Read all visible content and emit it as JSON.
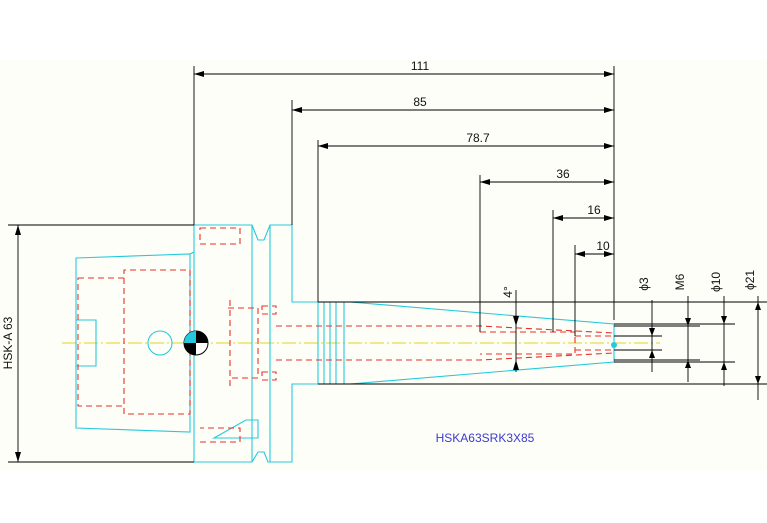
{
  "dimensions": {
    "overall_length": "111",
    "gauge_length": "85",
    "taper_length": "78.7",
    "bore_depth": "36",
    "thread_depth": "16",
    "pilot_depth": "10",
    "taper_angle": "4°",
    "dia_pilot": "ϕ3",
    "thread": "M6",
    "dia_bore": "ϕ10",
    "dia_nose": "ϕ21",
    "shank": "HSK-A 63"
  },
  "part_number": "HSKA63SRK3X85",
  "colors": {
    "outline": "#26c9dc",
    "hidden_lines": "#e8312a",
    "center_line": "#e6d21a",
    "dimension": "#000000",
    "label": "#3b3bd0"
  }
}
